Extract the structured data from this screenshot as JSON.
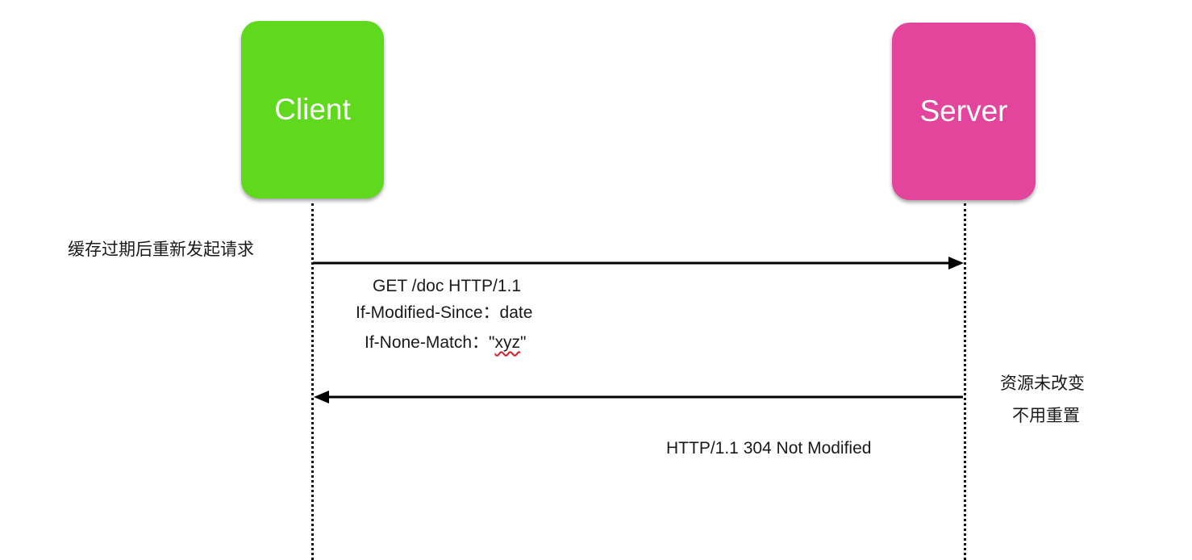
{
  "actors": {
    "client": {
      "label": "Client",
      "color": "#5fd81d"
    },
    "server": {
      "label": "Server",
      "color": "#e2459b"
    }
  },
  "request": {
    "note": "缓存过期后重新发起请求",
    "line1": "GET /doc  HTTP/1.1",
    "line2": "If-Modified-Since：date",
    "line3_prefix": "If-None-Match：\"",
    "line3_value": "xyz",
    "line3_suffix": "\""
  },
  "response": {
    "note_line1": "资源未改变",
    "note_line2": "不用重置",
    "status_line": "HTTP/1.1  304  Not Modified"
  }
}
